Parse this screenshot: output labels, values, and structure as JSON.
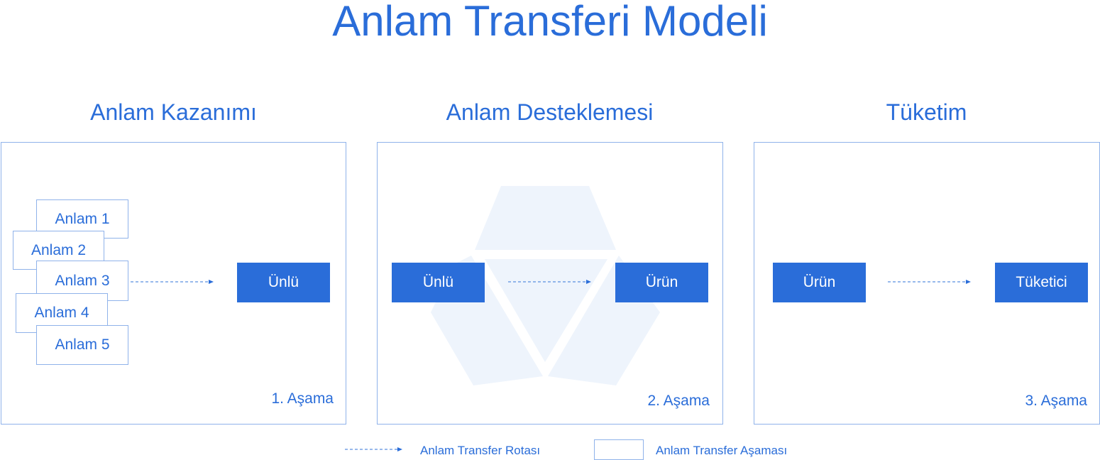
{
  "title": "Anlam Transferi Modeli",
  "colors": {
    "accent": "#2a6dd9",
    "border": "#8fb2ea",
    "watermark": "#eef4fc",
    "box_text": "#ffffff"
  },
  "sections": [
    {
      "heading": "Anlam Kazanımı",
      "stage_label": "1. Aşama",
      "meanings": [
        "Anlam 1",
        "Anlam 2",
        "Anlam 3",
        "Anlam 4",
        "Anlam 5"
      ],
      "target": "Ünlü"
    },
    {
      "heading": "Anlam Desteklemesi",
      "stage_label": "2. Aşama",
      "source": "Ünlü",
      "target": "Ürün"
    },
    {
      "heading": "Tüketim",
      "stage_label": "3. Aşama",
      "source": "Ürün",
      "target": "Tüketici"
    }
  ],
  "legend": {
    "route_label": "Anlam Transfer Rotası",
    "route_icon": "dashed-arrow-icon",
    "stage_label": "Anlam Transfer Aşaması",
    "stage_icon": "outlined-box-icon"
  }
}
